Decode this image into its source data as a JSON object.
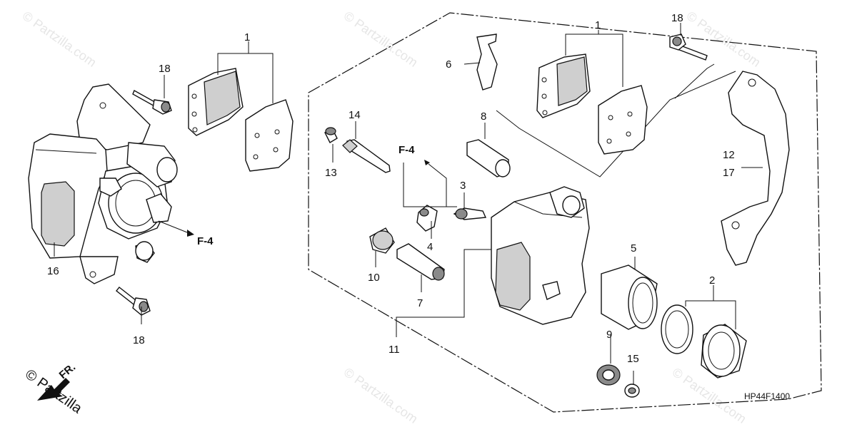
{
  "diagram": {
    "code": "HP44F1400",
    "watermark": "© Partzilla.com",
    "logo_text": "© Partzilla",
    "front_mark": "FR.",
    "labels": {
      "l1a": "1",
      "l1b": "1",
      "l2": "2",
      "l3": "3",
      "l4": "4",
      "l5": "5",
      "l6": "6",
      "l7": "7",
      "l8": "8",
      "l9": "9",
      "l10": "10",
      "l11": "11",
      "l12": "12",
      "l13": "13",
      "l14": "14",
      "l15": "15",
      "l16": "16",
      "l17": "17",
      "l18a": "18",
      "l18b": "18",
      "l18c": "18"
    },
    "refs": {
      "f4a": "F-4",
      "f4b": "F-4"
    }
  }
}
